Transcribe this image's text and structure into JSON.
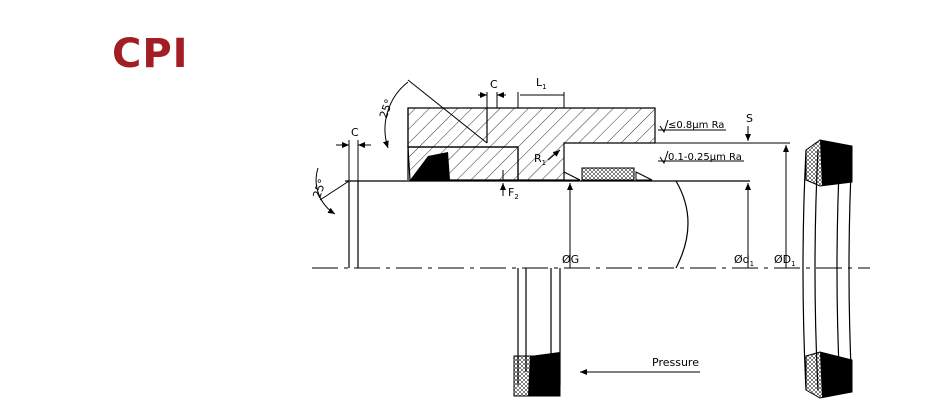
{
  "brand": {
    "logo_text": "CPI",
    "logo_color": "#a31d24"
  },
  "labels": {
    "angle_top": "25°",
    "angle_left": "25°",
    "chamfer_top": "C",
    "chamfer_left": "C",
    "length": "L",
    "length_sub": "1",
    "radius": "R",
    "radius_sub": "1",
    "gap": "F",
    "gap_sub": "2",
    "surface_finish_1": "≤0.8μm Ra",
    "surface_finish_2": "0.1-0.25μm Ra",
    "s_dim": "S",
    "groove_dia": "ØG",
    "bore_dia": "Ød",
    "bore_dia_sub": "1",
    "outer_dia": "ØD",
    "outer_dia_sub": "1",
    "pressure": "Pressure"
  }
}
